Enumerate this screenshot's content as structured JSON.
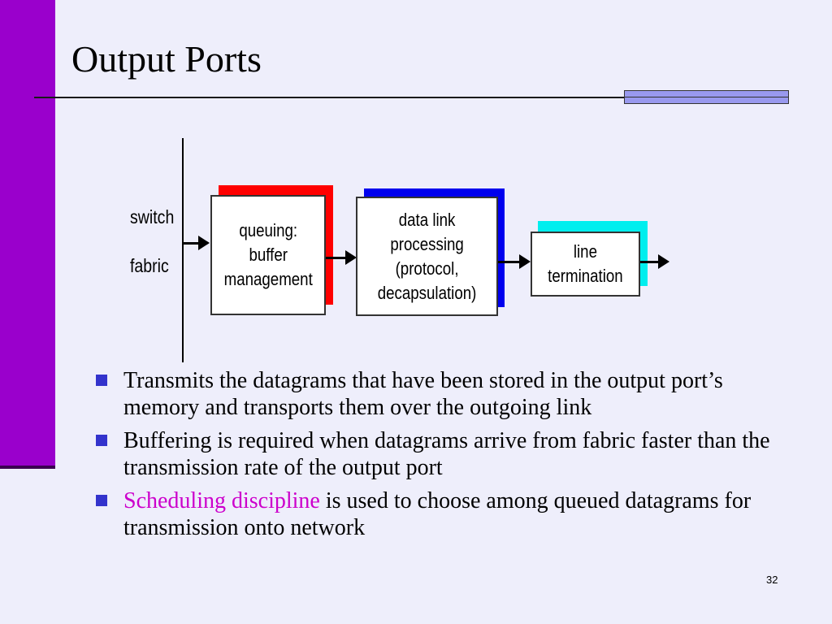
{
  "slide": {
    "title": "Output Ports",
    "number": "32"
  },
  "diagram": {
    "switch_label": "switch",
    "fabric_label": "fabric",
    "boxes": [
      {
        "text": "queuing:\nbuffer\nmanagement",
        "shadow_color": "#ff0000"
      },
      {
        "text": "data link\nprocessing\n(protocol,\ndecapsulation)",
        "shadow_color": "#0000ee"
      },
      {
        "text": "line\ntermination",
        "shadow_color": "#00eeee"
      }
    ]
  },
  "bullets": [
    {
      "highlight": "",
      "text": "Transmits the datagrams that have been stored in the output port’s memory and transports them over the outgoing link"
    },
    {
      "highlight": "",
      "text": "Buffering is required when datagrams arrive from fabric faster than the transmission rate of the output port"
    },
    {
      "highlight": "Scheduling discipline",
      "text": " is used to choose among queued datagrams for transmission onto network"
    }
  ],
  "colors": {
    "left_bar": "#9a00cc",
    "bullet": "#3333cc",
    "highlight": "#cc00cc",
    "background": "#eeeefb"
  }
}
